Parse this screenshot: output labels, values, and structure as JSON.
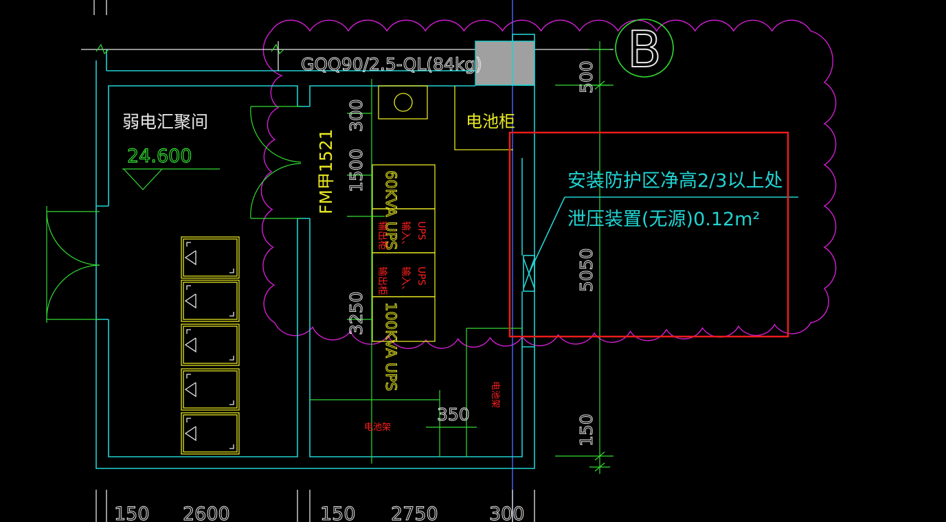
{
  "drawing": {
    "beam_label": "GQQ90/2.5-QL(84kg)",
    "axis_bubble": "B",
    "room_name": "弱电汇聚间",
    "elevation": "24.600",
    "door_label": "FM甲1521",
    "battery_cabinet": "电池柜",
    "ups_60": "60KVA UPS",
    "ups_100": "100KVA UPS",
    "ups_io_1_top": "UPS",
    "ups_io_1_mid": "输入、",
    "ups_io_1_bot": "输出柜",
    "ups_io_2_top": "UPS",
    "ups_io_2_mid": "输入、",
    "ups_io_2_bot": "输出柜",
    "battery_rack_bottom": "电池架",
    "battery_rack_right": "电池架",
    "annotation_line1": "安装防护区净高2/3以上处",
    "annotation_line2": "泄压装置(无源)0.12m²",
    "dims_bottom": [
      "150",
      "2600",
      "150",
      "2750",
      "300"
    ],
    "dim_left_300": "300",
    "dim_left_1500": "1500",
    "dim_left_3250": "3250",
    "dim_350": "350",
    "dim_right_500": "500",
    "dim_right_5050": "5050",
    "dim_right_150": "150"
  },
  "colors": {
    "background": "#000000",
    "walls": "#22d3d3",
    "doors": "#33dd33",
    "equipment": "#e8e823",
    "text": "#e8e8e8",
    "revision_cloud": "#d21fd2",
    "highlight_box": "#ee1c1c",
    "cabinet_labels": "#ff2020"
  }
}
